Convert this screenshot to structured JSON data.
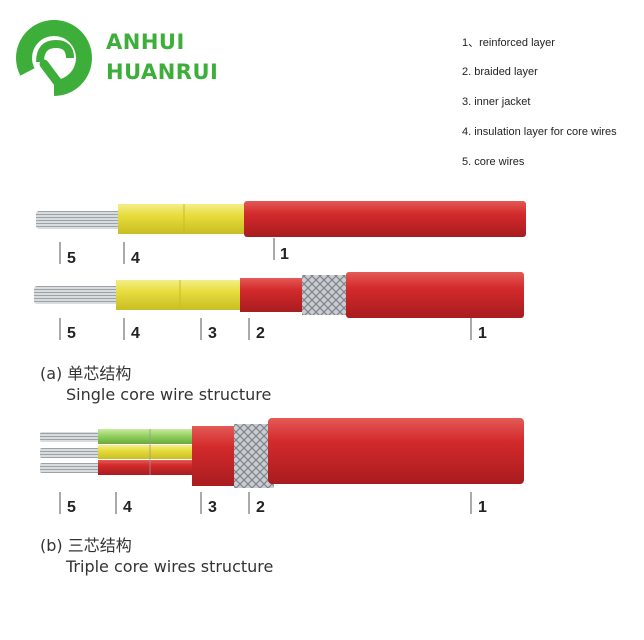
{
  "logo": {
    "line1": "ANHUI",
    "line2": "HUANRUI",
    "brand_color": "#3eae3a"
  },
  "legend": [
    "1、reinforced layer",
    "2. braided layer",
    "3. inner jacket",
    "4. insulation layer for core wires",
    "5. core wires"
  ],
  "diagram_a1": {
    "labels": [
      "5",
      "4",
      "1"
    ]
  },
  "diagram_a2": {
    "labels": [
      "5",
      "4",
      "3",
      "2",
      "1"
    ]
  },
  "diagram_b": {
    "labels": [
      "5",
      "4",
      "3",
      "2",
      "1"
    ]
  },
  "caption_a": {
    "prefix": "(a)",
    "cn": "单芯结构",
    "en": "Single core wire structure"
  },
  "caption_b": {
    "prefix": "(b)",
    "cn": "三芯结构",
    "en": "Triple core wires structure"
  },
  "colors": {
    "red": "#d42a2c",
    "yellow": "#e6dc3a",
    "green": "#8fcf5a",
    "silver": "#c4c8cc"
  }
}
